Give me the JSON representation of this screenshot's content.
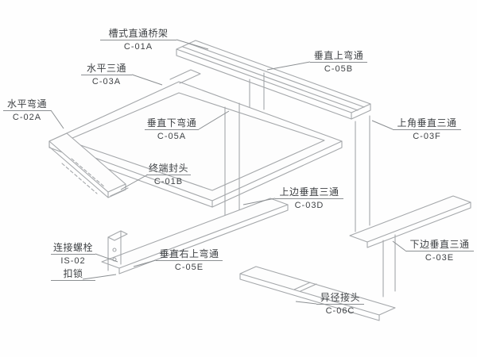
{
  "diagram": {
    "type": "isometric-cable-tray-assembly",
    "line_color": "#a4a7aa",
    "text_color": "#3f4245",
    "background": "#fefefe"
  },
  "labels": [
    {
      "name": "槽式直通桥架",
      "code": "C-01A"
    },
    {
      "name": "水平三通",
      "code": "C-03A"
    },
    {
      "name": "水平弯通",
      "code": "C-02A"
    },
    {
      "name": "垂直上弯通",
      "code": "C-05B"
    },
    {
      "name": "垂直下弯通",
      "code": "C-05A"
    },
    {
      "name": "终端封头",
      "code": "C-01B"
    },
    {
      "name": "上角垂直三通",
      "code": "C-03F"
    },
    {
      "name": "上边垂直三通",
      "code": "C-03D"
    },
    {
      "name": "下边垂直三通",
      "code": "C-03E"
    },
    {
      "name": "连接螺栓",
      "code": "IS-02",
      "extra": "扣锁"
    },
    {
      "name": "垂直右上弯通",
      "code": "C-05E"
    },
    {
      "name": "异径接头",
      "code": "C-06C"
    }
  ]
}
